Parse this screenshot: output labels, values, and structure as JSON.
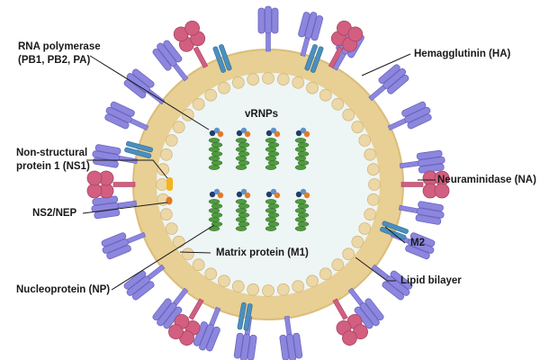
{
  "title_center": "vRNPs",
  "labels": {
    "rna_polymerase_line1": "RNA polymerase",
    "rna_polymerase_line2": "(PB1, PB2, PA)",
    "hemagglutinin": "Hemagglutinin (HA)",
    "ns1_line1": "Non-structural",
    "ns1_line2": "protein 1 (NS1)",
    "neuraminidase": "Neuraminidase (NA)",
    "ns2": "NS2/NEP",
    "m2": "M2",
    "matrix": "Matrix protein (M1)",
    "lipid": "Lipid bilayer",
    "np": "Nucleoprotein (NP)"
  },
  "colors": {
    "membrane": "#e8cf93",
    "membrane_edge": "#d9bd7a",
    "interior": "#eef5f5",
    "bead": "#ecd7a6",
    "bead_edge": "#d2b87f",
    "ha": "#8c87dd",
    "ha_edge": "#6a64c2",
    "na": "#d25e80",
    "na_edge": "#a84464",
    "m2": "#4b8fbe",
    "rna_green": "#4f9a3e",
    "pb_dark": "#1f3e6b",
    "pb_blue": "#5f93c8",
    "pb_orange": "#e37a26",
    "ns1": "#f2b51c",
    "ns2": "#e0781e"
  }
}
